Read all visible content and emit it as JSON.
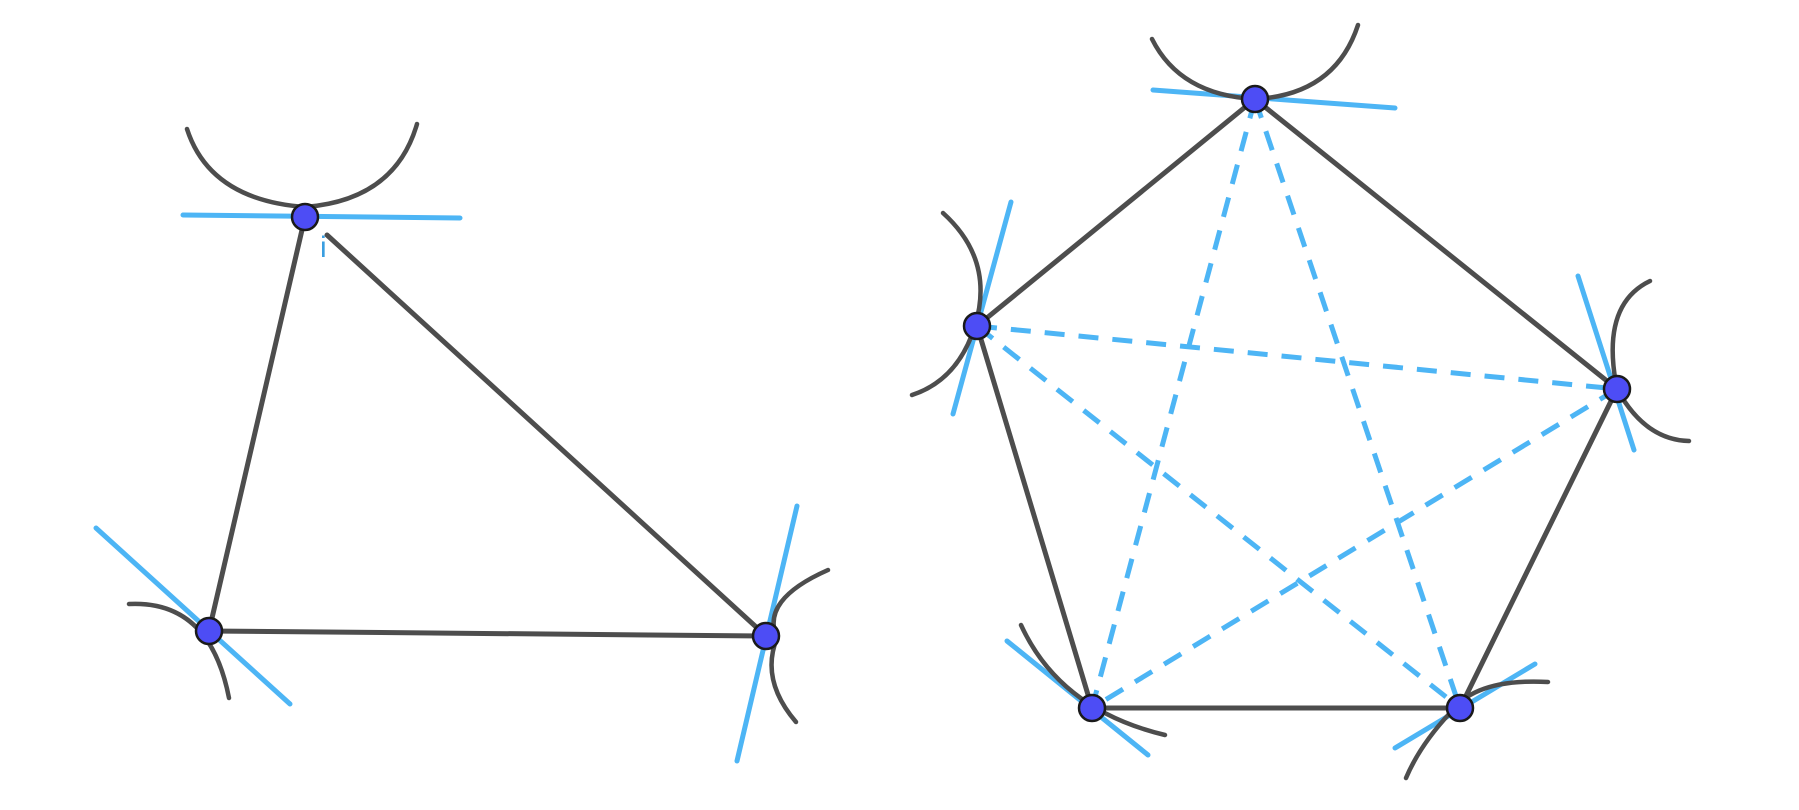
{
  "diagram": {
    "colors": {
      "side": "#4d4d4d",
      "arc": "#4d4d4d",
      "tangent": "#4db5f5",
      "diagonal": "#4db5f5",
      "vertex_fill": "#4d4df5",
      "vertex_stroke": "#1a1a1a",
      "label": "#3a9ee0",
      "background": "#ffffff"
    },
    "triangle": {
      "label_text": "i"
    },
    "pentagon": {
      "vertex_count": 5,
      "diagonal_count": 5
    }
  }
}
